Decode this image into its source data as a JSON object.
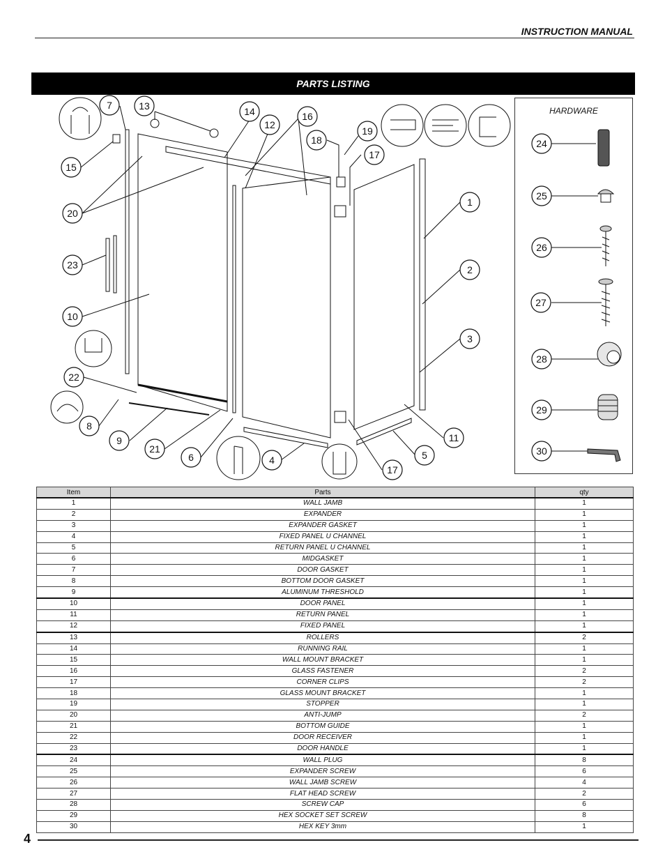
{
  "header": {
    "title": "INSTRUCTION MANUAL"
  },
  "section": {
    "title": "PARTS LISTING"
  },
  "hardware": {
    "title": "HARDWARE"
  },
  "callouts": [
    "1",
    "2",
    "3",
    "4",
    "5",
    "6",
    "7",
    "8",
    "9",
    "10",
    "11",
    "12",
    "13",
    "14",
    "15",
    "16",
    "17",
    "17",
    "18",
    "19",
    "20",
    "21",
    "22",
    "23",
    "24",
    "25",
    "26",
    "27",
    "28",
    "29",
    "30"
  ],
  "table": {
    "headers": [
      "Item",
      "Parts",
      "qty"
    ],
    "rows": [
      {
        "item": "1",
        "part": "WALL JAMB",
        "qty": "1"
      },
      {
        "item": "2",
        "part": "EXPANDER",
        "qty": "1"
      },
      {
        "item": "3",
        "part": "EXPANDER GASKET",
        "qty": "1"
      },
      {
        "item": "4",
        "part": "FIXED PANEL U CHANNEL",
        "qty": "1"
      },
      {
        "item": "5",
        "part": "RETURN PANEL U CHANNEL",
        "qty": "1"
      },
      {
        "item": "6",
        "part": "MIDGASKET",
        "qty": "1"
      },
      {
        "item": "7",
        "part": "DOOR  GASKET",
        "qty": "1"
      },
      {
        "item": "8",
        "part": "BOTTOM DOOR GASKET",
        "qty": "1"
      },
      {
        "item": "9",
        "part": "ALUMINUM THRESHOLD",
        "qty": "1"
      },
      {
        "item": "10",
        "part": "DOOR PANEL",
        "qty": "1"
      },
      {
        "item": "11",
        "part": "RETURN PANEL",
        "qty": "1"
      },
      {
        "item": "12",
        "part": "FIXED PANEL",
        "qty": "1"
      },
      {
        "item": "13",
        "part": "ROLLERS",
        "qty": "2"
      },
      {
        "item": "14",
        "part": "RUNNING RAIL",
        "qty": "1"
      },
      {
        "item": "15",
        "part": "WALL MOUNT BRACKET",
        "qty": "1"
      },
      {
        "item": "16",
        "part": "GLASS FASTENER",
        "qty": "2"
      },
      {
        "item": "17",
        "part": "CORNER CLIPS",
        "qty": "2"
      },
      {
        "item": "18",
        "part": "GLASS MOUNT BRACKET",
        "qty": "1"
      },
      {
        "item": "19",
        "part": "STOPPER",
        "qty": "1"
      },
      {
        "item": "20",
        "part": "ANTI-JUMP",
        "qty": "2"
      },
      {
        "item": "21",
        "part": "BOTTOM GUIDE",
        "qty": "1"
      },
      {
        "item": "22",
        "part": "DOOR RECEIVER",
        "qty": "1"
      },
      {
        "item": "23",
        "part": "DOOR HANDLE",
        "qty": "1"
      },
      {
        "item": "24",
        "part": "WALL PLUG",
        "qty": "8"
      },
      {
        "item": "25",
        "part": "EXPANDER SCREW",
        "qty": "6"
      },
      {
        "item": "26",
        "part": "WALL JAMB SCREW",
        "qty": "4"
      },
      {
        "item": "27",
        "part": "FLAT HEAD SCREW",
        "qty": "2"
      },
      {
        "item": "28",
        "part": "SCREW CAP",
        "qty": "6"
      },
      {
        "item": "29",
        "part": "HEX SOCKET SET SCREW",
        "qty": "8"
      },
      {
        "item": "30",
        "part": "HEX KEY 3mm",
        "qty": "1"
      }
    ]
  },
  "footer": {
    "page_number": "4"
  }
}
